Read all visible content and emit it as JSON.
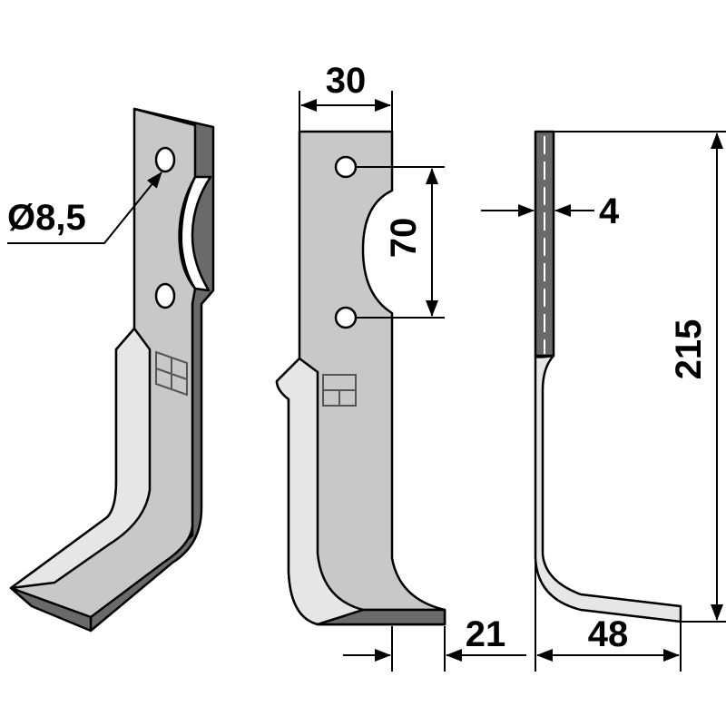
{
  "dimensions": {
    "hole_diameter": "Ø8,5",
    "width": "30",
    "hole_spacing": "70",
    "thickness": "4",
    "height": "215",
    "offset": "21",
    "foot_length": "48"
  },
  "colors": {
    "steel_face": "#c8c8c8",
    "steel_edge": "#6a6a6a",
    "blade_bevel": "#e6e6e6",
    "outline": "#000000"
  }
}
